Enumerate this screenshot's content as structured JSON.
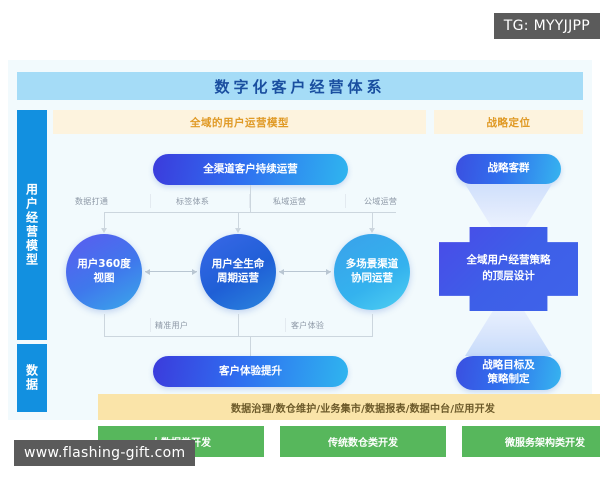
{
  "watermarks": {
    "telegram": "TG: MYYJJPP",
    "site": "www.flashing-gift.com"
  },
  "diagram": {
    "title": "数字化客户经营体系",
    "sidebar": {
      "items": [
        {
          "label": "用户经营模型"
        },
        {
          "label": "数据"
        }
      ]
    },
    "sections": {
      "left_header": "全域的用户运营模型",
      "right_header": "战略定位"
    },
    "model": {
      "top_pill": "全渠道客户持续运营",
      "bottom_pill": "客户体验提升",
      "circles": [
        {
          "label": "用户360度\n视图"
        },
        {
          "label": "用户全生命\n周期运营"
        },
        {
          "label": "多场景渠道\n协同运营"
        }
      ],
      "connector_labels_top": [
        "数据打通",
        "标签体系",
        "私域运营",
        "公域运营"
      ],
      "connector_labels_bottom": [
        "精准用户",
        "客户体验"
      ]
    },
    "strategy": {
      "top_pill": "战略客群",
      "core": "全域用户经营策略\n的顶层设计",
      "bottom_pill": "战略目标及\n策略制定"
    },
    "data": {
      "bar": "数据治理/数仓维护/业务集市/数据报表/数据中台/应用开发",
      "boxes": [
        {
          "label": "大数据类开发"
        },
        {
          "label": "传统数仓类开发"
        },
        {
          "label": "微服务架构类开发"
        }
      ]
    }
  },
  "colors": {
    "panel_bg": "#f2fafd",
    "title_bar": "#a5dcf7",
    "sidebar_blue": "#1290e0",
    "section_header_bg": "#fdf3de",
    "section_header_text": "#e09a26",
    "data_bar": "#fae4a9",
    "green_box": "#57b75c",
    "watermark_bg": "#5b5b5b"
  }
}
